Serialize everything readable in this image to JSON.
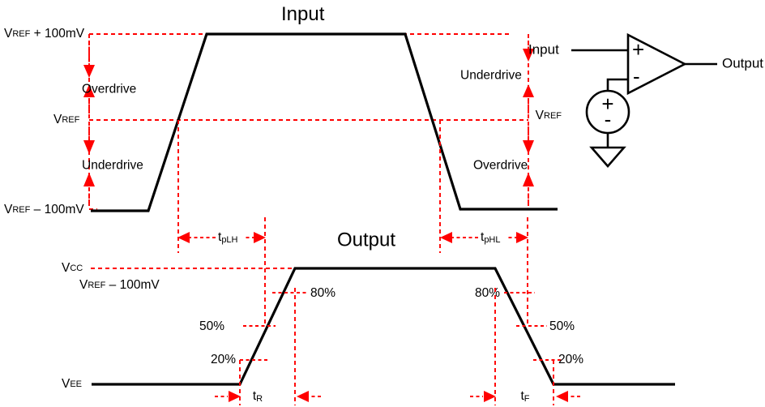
{
  "diagram": {
    "title_input": "Input",
    "title_output": "Output",
    "colors": {
      "trace": "#000000",
      "annotation": "#ff0000",
      "background": "#ffffff"
    }
  },
  "input_plot": {
    "levels": [
      {
        "name": "vref-plus-100mv",
        "main": "V",
        "sub": "REF",
        "rest": " + 100mV"
      },
      {
        "name": "vref",
        "main": "V",
        "sub": "REF",
        "rest": ""
      },
      {
        "name": "vref-minus-100mv",
        "main": "V",
        "sub": "REF",
        "rest": " – 100mV"
      }
    ],
    "annotations": [
      {
        "name": "overdrive-left",
        "label": "Overdrive"
      },
      {
        "name": "underdrive-left",
        "label": "Underdrive"
      },
      {
        "name": "underdrive-right",
        "label": "Underdrive"
      },
      {
        "name": "overdrive-right",
        "label": "Overdrive"
      }
    ]
  },
  "timing": {
    "tplh": {
      "main": "t",
      "sub": "pLH"
    },
    "tphl": {
      "main": "t",
      "sub": "pHL"
    },
    "tr": {
      "main": "t",
      "sub": "R"
    },
    "tf": {
      "main": "t",
      "sub": "F"
    }
  },
  "output_plot": {
    "levels": [
      {
        "name": "vcc",
        "main": "V",
        "sub": "CC"
      },
      {
        "name": "vee",
        "main": "V",
        "sub": "EE"
      }
    ],
    "secondary_level": {
      "name": "vref-minus-100mv-output",
      "main": "V",
      "sub": "REF",
      "rest": " – 100mV"
    },
    "percent_marks": [
      {
        "name": "rise-80",
        "label": "80%"
      },
      {
        "name": "rise-50",
        "label": "50%"
      },
      {
        "name": "rise-20",
        "label": "20%"
      },
      {
        "name": "fall-80",
        "label": "80%"
      },
      {
        "name": "fall-50",
        "label": "50%"
      },
      {
        "name": "fall-20",
        "label": "20%"
      }
    ]
  },
  "schematic": {
    "input_label": "Input",
    "output_label": "Output",
    "source_label": {
      "main": "V",
      "sub": "REF"
    },
    "plus_terminal": "+",
    "minus_terminal": "-",
    "source_plus": "+",
    "source_minus": "-"
  }
}
